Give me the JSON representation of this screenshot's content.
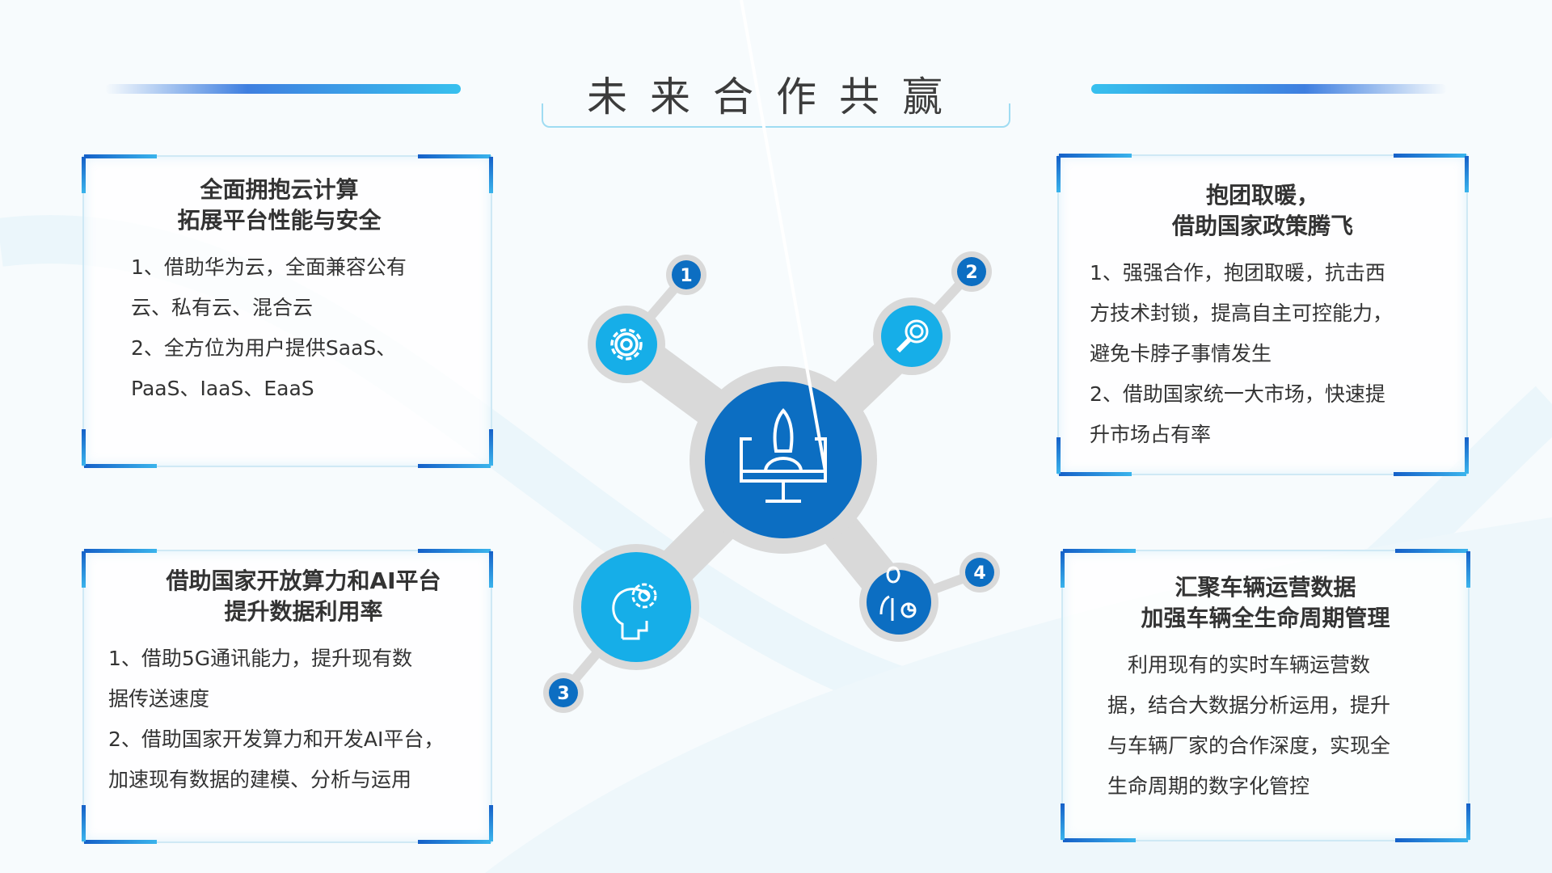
{
  "title": "未来合作共赢",
  "colors": {
    "dark_blue": "#0c6ec2",
    "light_blue": "#16aee8",
    "gray": "#d9d9d9"
  },
  "center": {
    "icon": "rocket-monitor-icon"
  },
  "nodes": [
    {
      "badge": "1",
      "icon": "gear-icon"
    },
    {
      "badge": "2",
      "icon": "magnifier-icon"
    },
    {
      "badge": "3",
      "icon": "head-gear-icon"
    },
    {
      "badge": "4",
      "icon": "person-chart-icon"
    }
  ],
  "boxes": [
    {
      "title": [
        "全面拥抱云计算",
        "拓展平台性能与安全"
      ],
      "lines": [
        "1、借助华为云，全面兼容公有",
        "云、私有云、混合云",
        "2、全方位为用户提供SaaS、",
        "PaaS、IaaS、EaaS"
      ]
    },
    {
      "title": [
        "抱团取暖，",
        "借助国家政策腾飞"
      ],
      "lines": [
        "1、强强合作，抱团取暖，抗击西",
        "方技术封锁，提高自主可控能力，",
        "避免卡脖子事情发生",
        "2、借助国家统一大市场，快速提",
        "升市场占有率"
      ]
    },
    {
      "title": [
        "借助国家开放算力和AI平台",
        "提升数据利用率"
      ],
      "lines": [
        "1、借助5G通讯能力，提升现有数",
        "据传送速度",
        "2、借助国家开发算力和开发AI平台，",
        "加速现有数据的建模、分析与运用"
      ]
    },
    {
      "title": [
        "汇聚车辆运营数据",
        "加强车辆全生命周期管理"
      ],
      "lines": [
        "　利用现有的实时车辆运营数",
        "据，结合大数据分析运用，提升",
        "与车辆厂家的合作深度，实现全",
        "生命周期的数字化管控"
      ]
    }
  ]
}
